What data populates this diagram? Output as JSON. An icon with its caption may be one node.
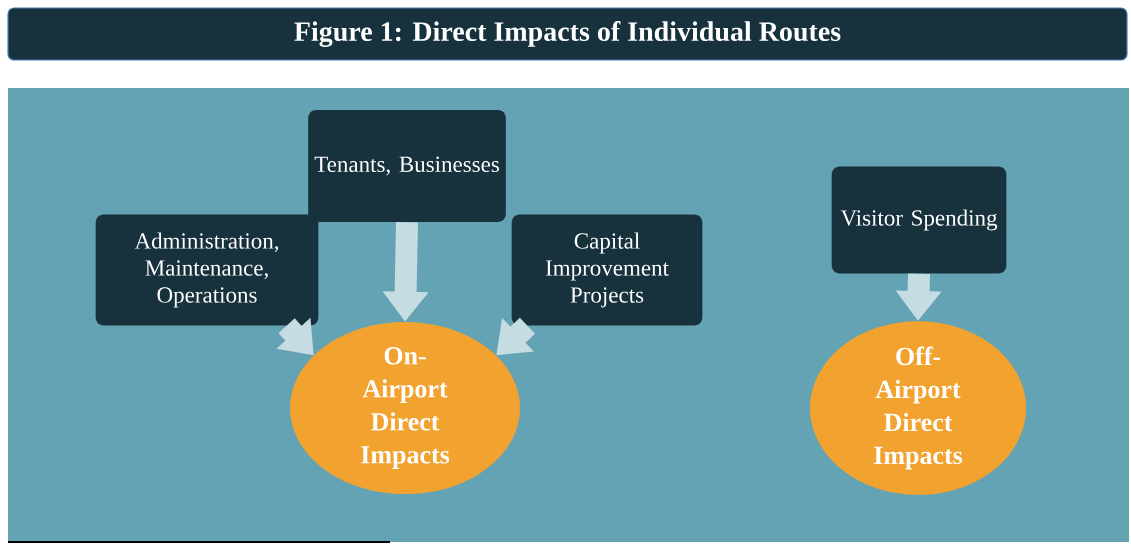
{
  "diagram": {
    "title": "Figure 1: Direct Impacts of Individual Routes",
    "nodes": [
      {
        "text": [
          "Tenants, Businesses"
        ]
      },
      {
        "text": [
          "Administration, Maintenance, Operations"
        ]
      },
      {
        "text": [
          "Capital Improvement Projects"
        ]
      },
      {
        "text": [
          "On-Airport Direct Impacts"
        ]
      },
      {
        "text": [
          "Visitor Spending"
        ]
      },
      {
        "text": [
          "Off-Airport Direct Impacts"
        ]
      }
    ],
    "edges": [
      {
        "from": 0,
        "to": 3,
        "arrow": "to"
      },
      {
        "from": 1,
        "to": 3,
        "arrow": "to"
      },
      {
        "from": 2,
        "to": 3,
        "arrow": "to"
      },
      {
        "from": 4,
        "to": 5,
        "arrow": "to"
      }
    ]
  }
}
